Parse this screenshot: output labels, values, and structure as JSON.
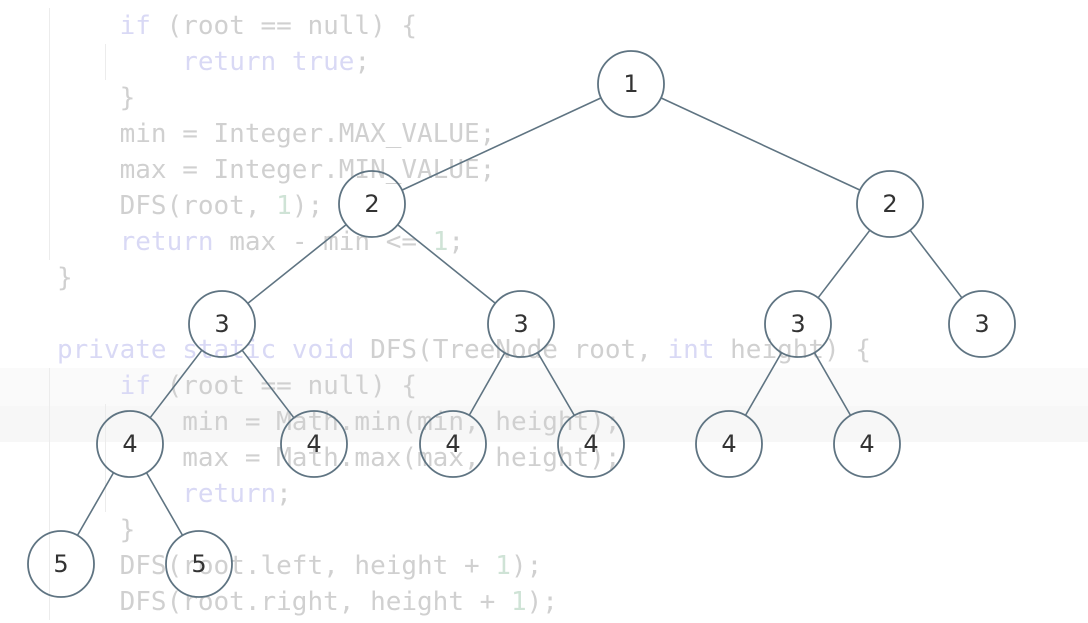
{
  "code_lines": [
    [
      {
        "t": "    "
      },
      {
        "t": "if",
        "k": "kw"
      },
      {
        "t": " (root == null) {"
      }
    ],
    [
      {
        "t": "        "
      },
      {
        "t": "return",
        "k": "kw"
      },
      {
        "t": " "
      },
      {
        "t": "true",
        "k": "kw"
      },
      {
        "t": ";"
      }
    ],
    [
      {
        "t": "    }"
      }
    ],
    [
      {
        "t": "    min = Integer.MAX_VALUE;"
      }
    ],
    [
      {
        "t": "    max = Integer.MIN_VALUE;"
      }
    ],
    [
      {
        "t": "    DFS(root, "
      },
      {
        "t": "1",
        "k": "num"
      },
      {
        "t": ");"
      }
    ],
    [
      {
        "t": "    "
      },
      {
        "t": "return",
        "k": "kw"
      },
      {
        "t": " max - min <= "
      },
      {
        "t": "1",
        "k": "num"
      },
      {
        "t": ";"
      }
    ],
    [
      {
        "t": "}"
      }
    ],
    [
      {
        "t": ""
      }
    ],
    [
      {
        "t": "private",
        "k": "kw"
      },
      {
        "t": " "
      },
      {
        "t": "static",
        "k": "kw"
      },
      {
        "t": " "
      },
      {
        "t": "void",
        "k": "kw"
      },
      {
        "t": " DFS(TreeNode root, "
      },
      {
        "t": "int",
        "k": "kw"
      },
      {
        "t": " height) {"
      }
    ],
    [
      {
        "t": "    "
      },
      {
        "t": "if",
        "k": "kw"
      },
      {
        "t": " (root == null) {"
      }
    ],
    [
      {
        "t": "        min = Math.min(min, height);"
      }
    ],
    [
      {
        "t": "        max = Math.max(max, height);"
      }
    ],
    [
      {
        "t": "        "
      },
      {
        "t": "return",
        "k": "kw"
      },
      {
        "t": ";"
      }
    ],
    [
      {
        "t": "    }"
      }
    ],
    [
      {
        "t": "    DFS(root.left, height + "
      },
      {
        "t": "1",
        "k": "num"
      },
      {
        "t": ");"
      }
    ],
    [
      {
        "t": "    DFS(root.right, height + "
      },
      {
        "t": "1",
        "k": "num"
      },
      {
        "t": ");"
      }
    ]
  ],
  "tree": {
    "nodes": [
      {
        "id": "n1",
        "label": "1"
      },
      {
        "id": "n2a",
        "label": "2"
      },
      {
        "id": "n2b",
        "label": "2"
      },
      {
        "id": "n3a",
        "label": "3"
      },
      {
        "id": "n3b",
        "label": "3"
      },
      {
        "id": "n3c",
        "label": "3"
      },
      {
        "id": "n3d",
        "label": "3"
      },
      {
        "id": "n4a",
        "label": "4"
      },
      {
        "id": "n4b",
        "label": "4"
      },
      {
        "id": "n4c",
        "label": "4"
      },
      {
        "id": "n4d",
        "label": "4"
      },
      {
        "id": "n4e",
        "label": "4"
      },
      {
        "id": "n4f",
        "label": "4"
      },
      {
        "id": "n5a",
        "label": "5"
      },
      {
        "id": "n5b",
        "label": "5"
      }
    ],
    "edges": [
      [
        "n1",
        "n2a"
      ],
      [
        "n1",
        "n2b"
      ],
      [
        "n2a",
        "n3a"
      ],
      [
        "n2a",
        "n3b"
      ],
      [
        "n2b",
        "n3c"
      ],
      [
        "n2b",
        "n3d"
      ],
      [
        "n3a",
        "n4a"
      ],
      [
        "n3a",
        "n4b"
      ],
      [
        "n3b",
        "n4c"
      ],
      [
        "n3b",
        "n4d"
      ],
      [
        "n3c",
        "n4e"
      ],
      [
        "n3c",
        "n4f"
      ],
      [
        "n4a",
        "n5a"
      ],
      [
        "n4a",
        "n5b"
      ]
    ]
  }
}
